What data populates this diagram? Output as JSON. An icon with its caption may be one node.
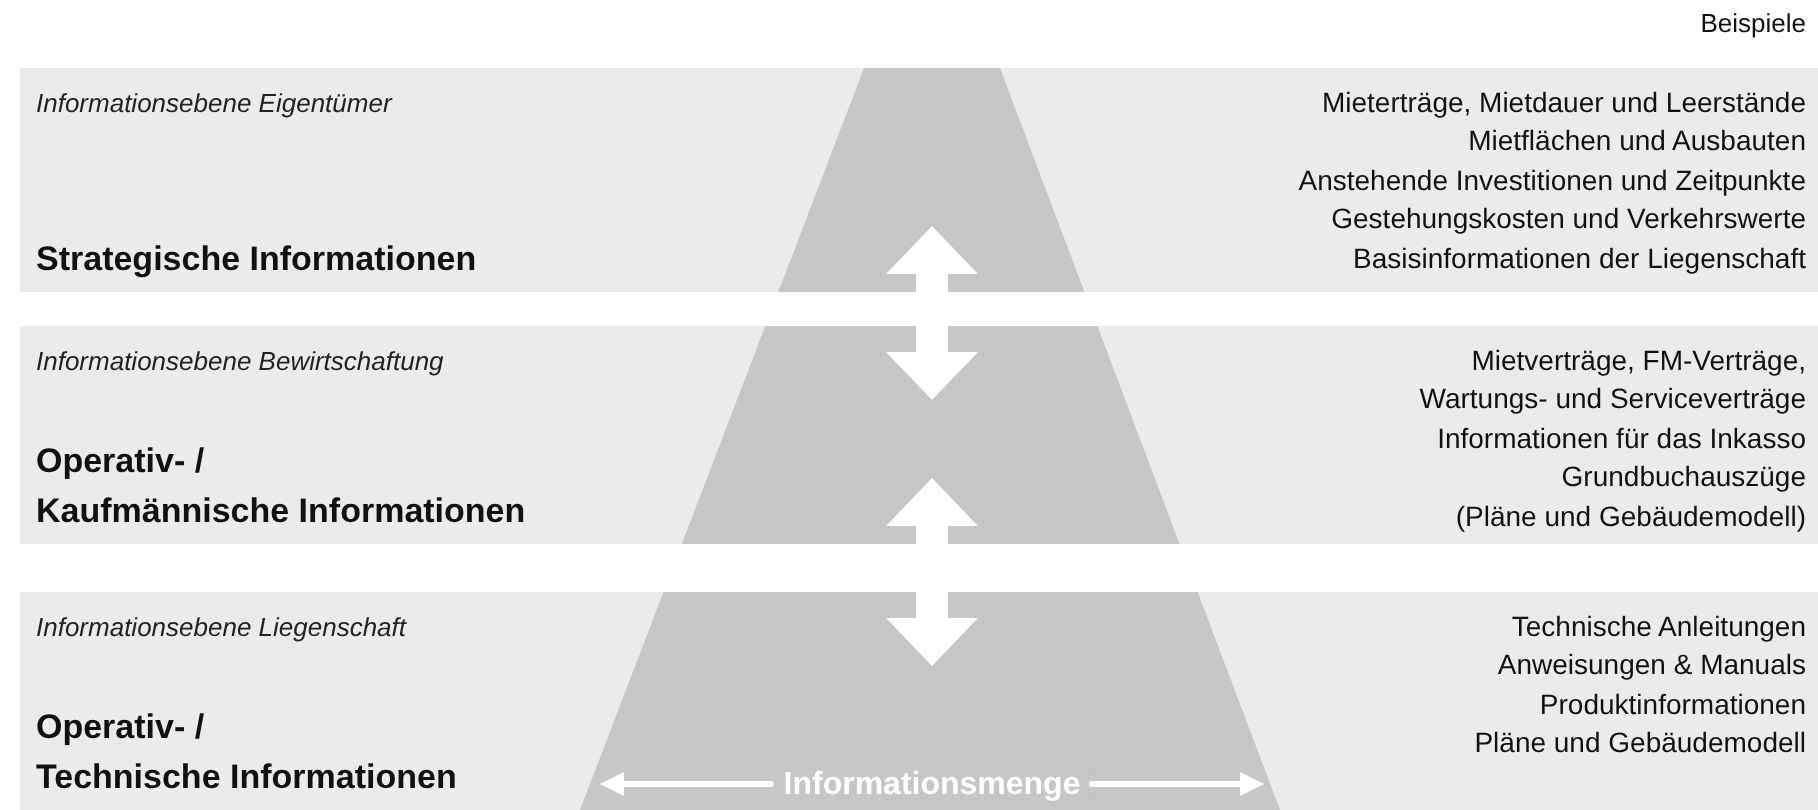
{
  "diagram": {
    "nodes": [
      {
        "text": [
          "Informationsebene Eigentümer",
          "Strategische Informationen",
          "Mieterträge, Mietdauer und Leerstände",
          "Mietflächen und Ausbauten",
          "Anstehende Investitionen und Zeitpunkte",
          "Gestehungskosten und Verkehrswerte",
          "Basisinformationen der Liegenschaft"
        ]
      },
      {
        "text": [
          "Informationsebene Bewirtschaftung",
          "Operativ- / Kaufmännische Informationen",
          "Mietverträge, FM-Verträge,",
          "Wartungs- und Serviceverträge",
          "Informationen für das Inkasso",
          "Grundbuchauszüge",
          "(Pläne und Gebäudemodell)"
        ]
      },
      {
        "text": [
          "Informationsebene Liegenschaft",
          "Operativ- / Technische Informationen",
          "Technische Anleitungen",
          "Anweisungen & Manuals",
          "Produktinformationen",
          "Pläne und Gebäudemodell"
        ]
      }
    ],
    "edges": [
      {
        "from": 0,
        "to": 1,
        "arrow": "both"
      },
      {
        "from": 1,
        "to": 2,
        "arrow": "both"
      }
    ],
    "labels": [
      "Beispiele",
      "Informationsmenge"
    ]
  }
}
